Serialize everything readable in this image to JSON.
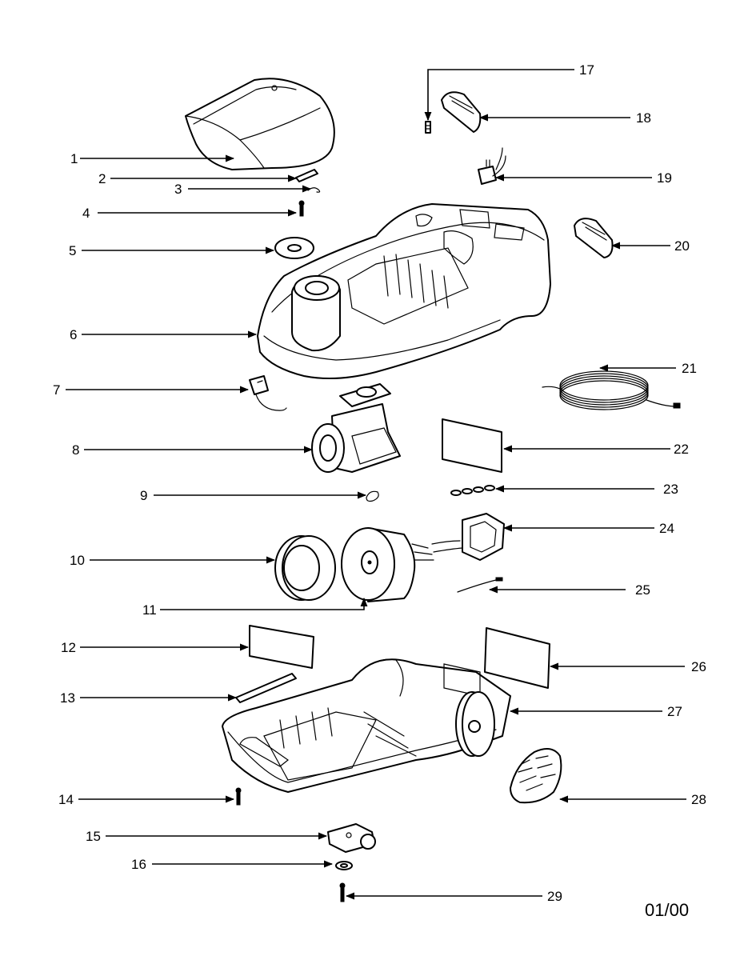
{
  "diagram": {
    "labels": [
      "1",
      "2",
      "3",
      "4",
      "5",
      "6",
      "7",
      "8",
      "9",
      "10",
      "11",
      "12",
      "13",
      "14",
      "15",
      "16",
      "17",
      "18",
      "19",
      "20",
      "21",
      "22",
      "23",
      "24",
      "25",
      "26",
      "27",
      "28",
      "29"
    ],
    "date_code": "01/00"
  }
}
